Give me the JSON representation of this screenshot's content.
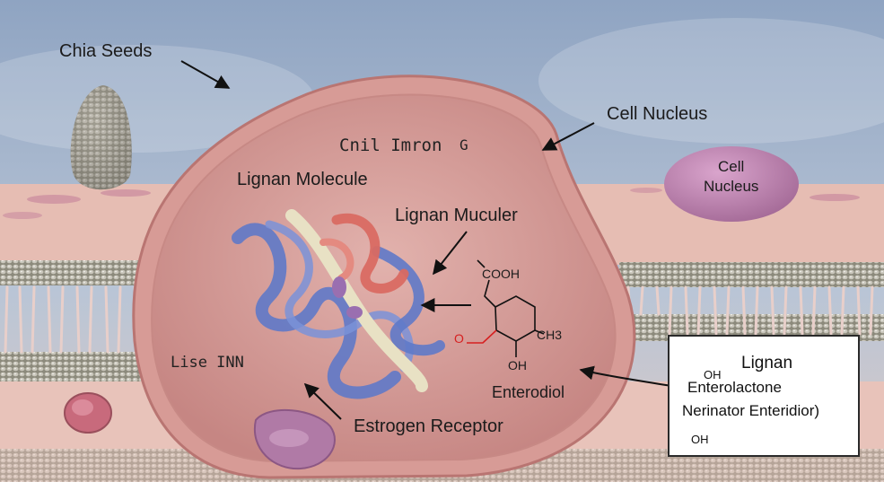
{
  "labels": {
    "chia_seeds": "Chia Seeds",
    "cell_nucleus_top": "Cell Nucleus",
    "cell_nucleus_blob_line1": "Cell",
    "cell_nucleus_blob_line2": "Nucleus",
    "lignan_molecule": "Lignan Molecule",
    "lignan_muculer": "Lignan Muculer",
    "enterodiol": "Enterodiol",
    "estrogen_receptor": "Estrogen Receptor",
    "garbled_top": "Cnil Imron",
    "garbled_top_suffix": "G",
    "garbled_left": "Lise INN"
  },
  "chemical": {
    "cooh": "COOH",
    "ch3": "CH3",
    "oh": "OH",
    "o_red": "O"
  },
  "legend": {
    "title": "Lignan",
    "line1": "Enterolactone",
    "line2": "Nerinator Enteridior)",
    "oh_top": "OH",
    "oh_bottom": "OH"
  },
  "colors": {
    "sky": "#9fb0c8",
    "membrane": "#e3b7ad",
    "cell_fill": "#d49a96",
    "helix_blue": "#5f79c8",
    "helix_red": "#d96a62",
    "nucleus_purple": "#b07aa6"
  }
}
